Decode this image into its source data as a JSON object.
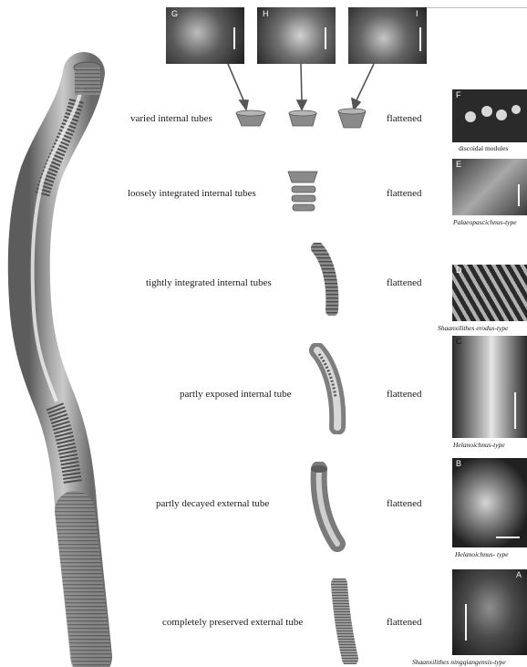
{
  "rows": [
    {
      "label": "varied internal tubes",
      "state": "flattened",
      "plate": "F",
      "caption": "discoidal modules",
      "italic": false
    },
    {
      "label": "loosely integrated internal tubes",
      "state": "flattened",
      "plate": "E",
      "caption": "Palaeopascichnus-type",
      "italic": true
    },
    {
      "label": "tightly integrated internal tubes",
      "state": "flattened",
      "plate": "D",
      "caption": "Shaanxilithes erodus-type",
      "italic": true
    },
    {
      "label": "partly exposed  internal  tube",
      "state": "flattened",
      "plate": "C",
      "caption": "Helanoichnus-type",
      "italic": true
    },
    {
      "label": "partly decayed external tube",
      "state": "flattened",
      "plate": "B",
      "caption": "Helanoichnus- type",
      "italic": true
    },
    {
      "label": "completely preserved external tube",
      "state": "flattened",
      "plate": "A",
      "caption": "Shaanxilithes ningqiangensis-type",
      "italic": true
    }
  ],
  "top_plates": [
    "G",
    "H",
    "I"
  ],
  "colors": {
    "tube": "#8d8d8d",
    "tube_dark": "#5a5a5a",
    "tube_light": "#d9d9d9",
    "arrow": "#555555"
  }
}
